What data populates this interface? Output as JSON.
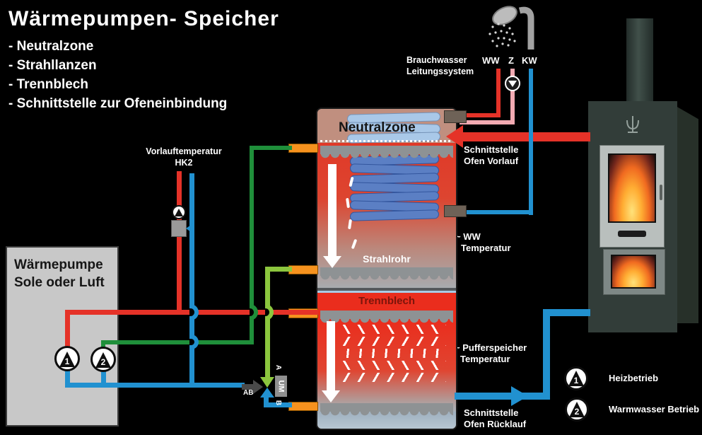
{
  "title": {
    "heading": "Wärmepumpen- Speicher",
    "bullets": [
      "- Neutralzone",
      "- Strahllanzen",
      "- Trennblech",
      "- Schnittstelle zur Ofeneinbindung"
    ]
  },
  "brauchwasser": {
    "label_line1": "Brauchwasser",
    "label_line2": "Leitungssystem",
    "ww": "WW",
    "z": "Z",
    "kw": "KW"
  },
  "hk2": {
    "line1": "Vorlauftemperatur",
    "line2": "HK2"
  },
  "heat_pump": {
    "line1": "Wärmepumpe",
    "line2": "Sole oder Luft",
    "pump1_num": "1",
    "pump2_num": "2"
  },
  "tank": {
    "neutralzone": "Neutralzone",
    "strahlrohr": "Strahlrohr",
    "trennblech": "Trennblech"
  },
  "valve": {
    "um": "UM",
    "port_a": "A",
    "port_b": "B",
    "port_ab": "AB"
  },
  "annotations": {
    "ofen_vorlauf_line1": "Schnittstelle",
    "ofen_vorlauf_line2": "Ofen Vorlauf",
    "ww_temp_line1": "~ WW",
    "ww_temp_line2": "Temperatur",
    "puffer_line1": "~ Pufferspeicher",
    "puffer_line2": "Temperatur",
    "ofen_ruecklauf_line1": "Schnittstelle",
    "ofen_ruecklauf_line2": "Ofen Rücklauf"
  },
  "legend": {
    "items": [
      {
        "num": "1",
        "label": "Heizbetrieb"
      },
      {
        "num": "2",
        "label": "Warmwasser Betrieb"
      }
    ]
  },
  "colors": {
    "background": "#000000",
    "pipe_red": "#e53228",
    "pipe_pink": "#f2aab2",
    "pipe_blue": "#2191d0",
    "pipe_green_dark": "#1f8f3a",
    "pipe_green_bright": "#8cc63e",
    "stub_orange": "#f6921e",
    "tank_neutralzone": "#c08f7f",
    "tank_hot_red": "#e13a28",
    "trennblech_red": "#ea2d1d",
    "gray_plate": "#8e9294"
  }
}
